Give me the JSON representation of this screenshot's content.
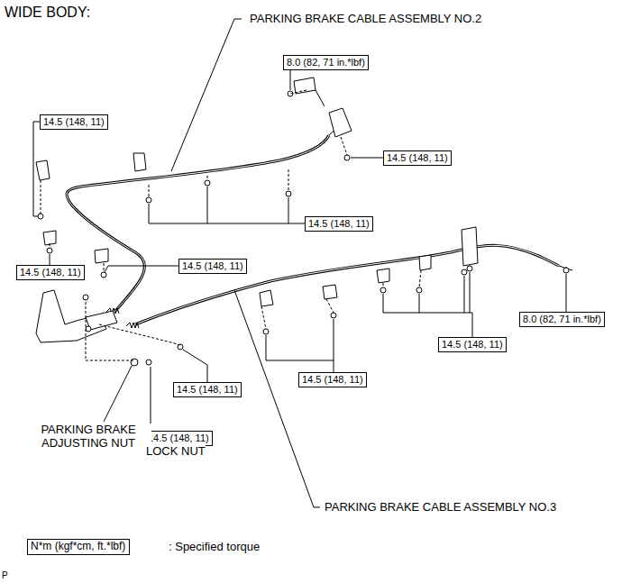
{
  "diagram": {
    "title": "WIDE BODY:",
    "nodes": [
      {
        "text": [
          "8.0 (82, 71 in.*lbf)"
        ]
      },
      {
        "text": [
          "14.5 (148, 11)"
        ]
      },
      {
        "text": [
          "14.5 (148, 11)"
        ]
      },
      {
        "text": [
          "14.5 (148, 11)"
        ]
      },
      {
        "text": [
          "14.5 (148, 11)"
        ]
      },
      {
        "text": [
          "14.5 (148, 11)"
        ]
      },
      {
        "text": [
          "8.0 (82, 71 in.*lbf)"
        ]
      },
      {
        "text": [
          "14.5 (148, 11)"
        ]
      },
      {
        "text": [
          "14.5 (148, 11)"
        ]
      },
      {
        "text": [
          "14.5 (148, 11)"
        ]
      },
      {
        "text": [
          "14.5 (148, 11)"
        ]
      },
      {
        "text": [
          "N*m (kgf*cm, ft.*lbf)"
        ]
      }
    ],
    "edges": [],
    "labels": [
      "PARKING BRAKE CABLE ASSEMBLY NO.2",
      "PARKING BRAKE ADJUSTING NUT",
      "LOCK NUT",
      "PARKING BRAKE CABLE ASSEMBLY NO.3",
      ": Specified torque",
      "P"
    ]
  }
}
